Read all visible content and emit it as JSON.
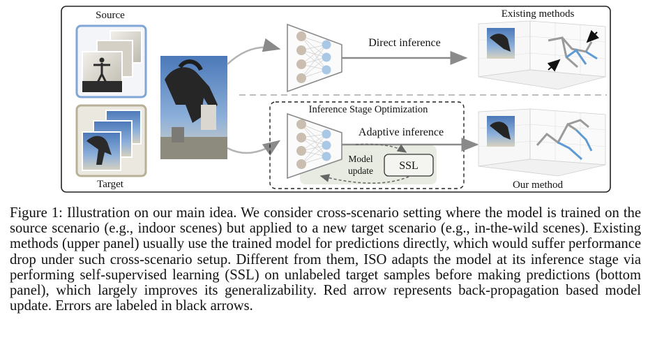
{
  "figure": {
    "labels": {
      "source": "Source",
      "target": "Target",
      "existing_methods": "Existing methods",
      "our_method": "Our method",
      "direct_inference": "Direct inference",
      "iso": "Inference Stage Optimization",
      "adaptive_inference": "Adaptive inference",
      "model": "Model",
      "update": "update",
      "ssl": "SSL"
    },
    "colors": {
      "source_frame": "#7fa6d6",
      "target_frame": "#b7b19a",
      "network": "#8a8a8a",
      "neuron_left": "#c9beb0",
      "neuron_right": "#a8c8e6",
      "ssl_panel": "#e7ebe1",
      "pose_gray": "#9a9a9a",
      "pose_blue": "#5f9bd2"
    }
  },
  "caption": {
    "text": "Figure 1: Illustration on our main idea. We consider cross-scenario setting where the model is trained on the source scenario (e.g., indoor scenes) but applied to a new target scenario (e.g., in-the-wild scenes). Existing methods (upper panel) usually use the trained model for predictions directly, which would suffer performance drop under such cross-scenario setup. Different from them, ISO adapts the model at its inference stage via performing self-supervised learning (SSL) on unlabeled target samples before making predictions (bottom panel), which largely improves its generalizability. Red arrow represents back-propagation based model update. Errors are labeled in black arrows."
  }
}
